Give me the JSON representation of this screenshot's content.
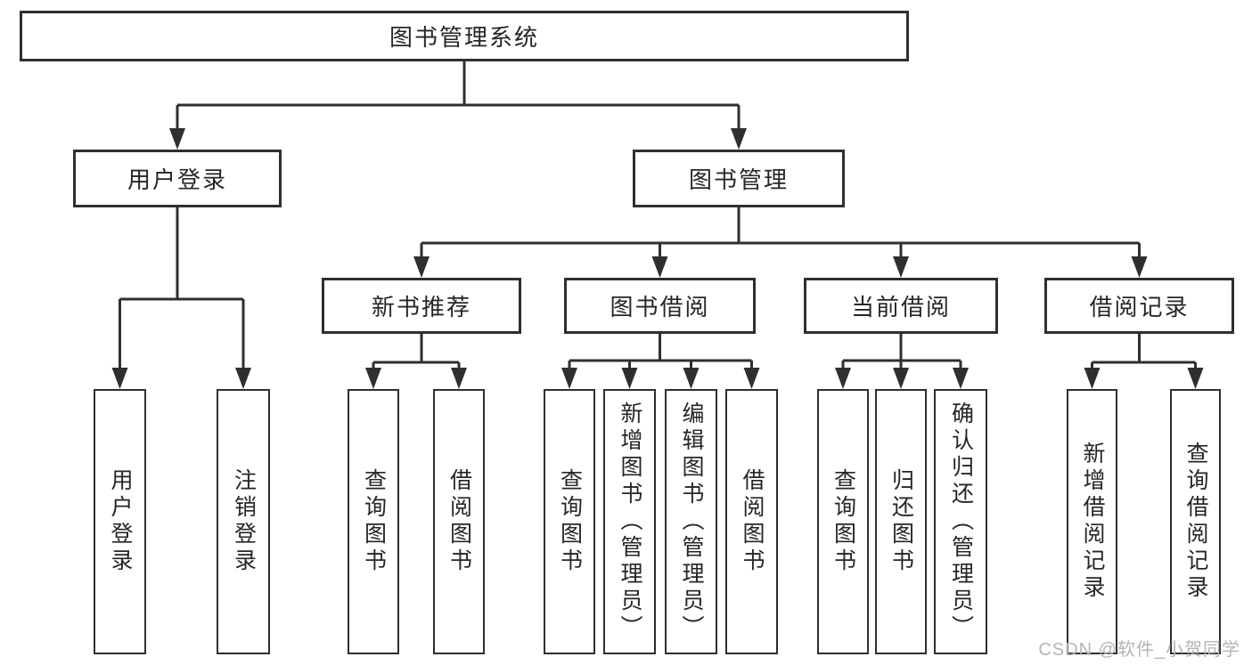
{
  "tree": {
    "root": "图书管理系统",
    "branches": [
      {
        "label": "用户登录",
        "children": [
          "用户登录",
          "注销登录"
        ]
      },
      {
        "label": "图书管理",
        "children": [
          {
            "label": "新书推荐",
            "children": [
              "查询图书",
              "借阅图书"
            ]
          },
          {
            "label": "图书借阅",
            "children": [
              "查询图书",
              "新增图书（管理员）",
              "编辑图书（管理员）",
              "借阅图书"
            ]
          },
          {
            "label": "当前借阅",
            "children": [
              "查询图书",
              "归还图书",
              "确认归还（管理员）"
            ]
          },
          {
            "label": "借阅记录",
            "children": [
              "新增借阅记录",
              "查询借阅记录"
            ]
          }
        ]
      }
    ]
  },
  "watermark": {
    "text": "CSDN @软件_小贺同学"
  },
  "colors": {
    "line": "#2f2f2f",
    "border": "#2f2f2f",
    "text": "#262626",
    "background": "#ffffff",
    "watermark": "#b4b4b4"
  }
}
